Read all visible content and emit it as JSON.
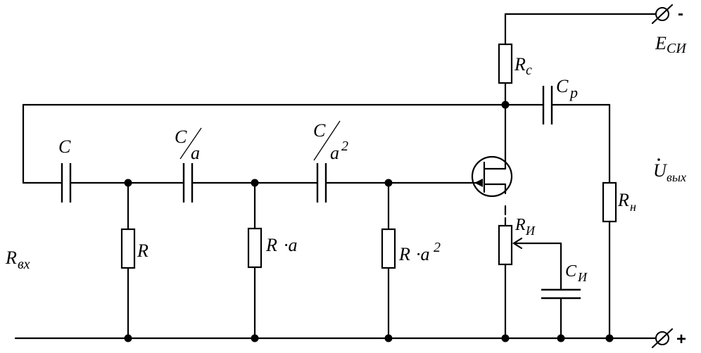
{
  "diagram": {
    "labels": {
      "c1": "C",
      "c2_num": "C",
      "c2_den": "a",
      "c3_num": "C",
      "c3_den": "a",
      "c3_exp": "2",
      "r1": "R",
      "r2_main": "R",
      "r2_factor": "·a",
      "r3_main": "R",
      "r3_factor": "·a",
      "r3_exp": "2",
      "rc_main": "R",
      "rc_sub": "c",
      "cp_main": "C",
      "cp_sub": "p",
      "ri_main": "R",
      "ri_sub": "И",
      "ci_main": "C",
      "ci_sub": "И",
      "rn_main": "R",
      "rn_sub": "н",
      "rvx_main": "R",
      "rvx_sub": "вх",
      "esi_main": "E",
      "esi_sub": "СИ",
      "uvyx_main": "U",
      "uvyx_sub": "вых",
      "minus": "-",
      "plus": "+"
    }
  }
}
